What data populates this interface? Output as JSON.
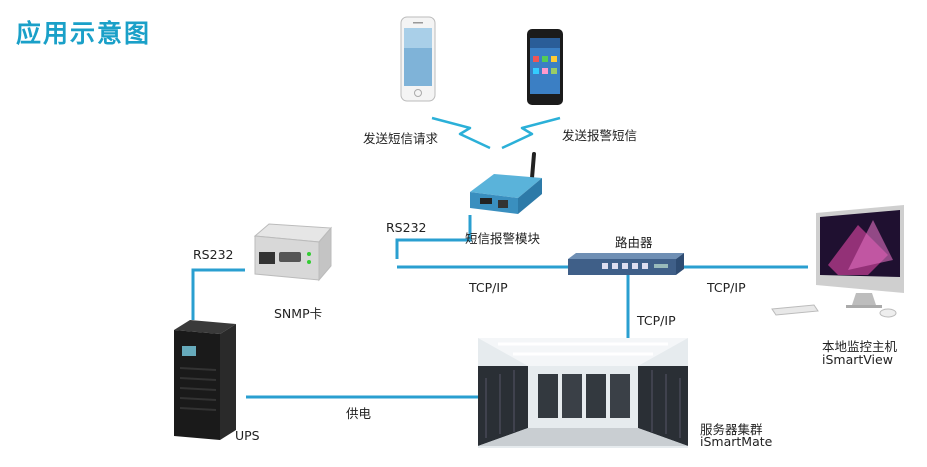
{
  "title": "应用示意图",
  "colors": {
    "accent": "#1aa0c8",
    "line": "#2a9fd0"
  },
  "nodes": {
    "phone_iphone": {
      "icon": "smartphone-white-icon"
    },
    "phone_android": {
      "icon": "smartphone-black-icon"
    },
    "sms_module": {
      "label": "短信报警模块",
      "icon": "sms-module-icon"
    },
    "snmp_card": {
      "label": "SNMP卡",
      "icon": "snmp-card-icon"
    },
    "router": {
      "label": "路由器",
      "icon": "router-icon"
    },
    "ups": {
      "label": "UPS",
      "icon": "ups-cabinet-icon"
    },
    "server_cluster": {
      "label_cn": "服务器集群",
      "label_en": "iSmartMate",
      "icon": "server-room-icon"
    },
    "monitor_host": {
      "label_cn": "本地监控主机",
      "label_en": "iSmartView",
      "icon": "desktop-computer-icon"
    }
  },
  "edges": {
    "sms_request": "发送短信请求",
    "sms_alarm": "发送报警短信",
    "rs232_sms": "RS232",
    "rs232_ups": "RS232",
    "tcpip_snmp_router": "TCP/IP",
    "tcpip_router_server": "TCP/IP",
    "tcpip_router_host": "TCP/IP",
    "power_supply": "供电"
  }
}
